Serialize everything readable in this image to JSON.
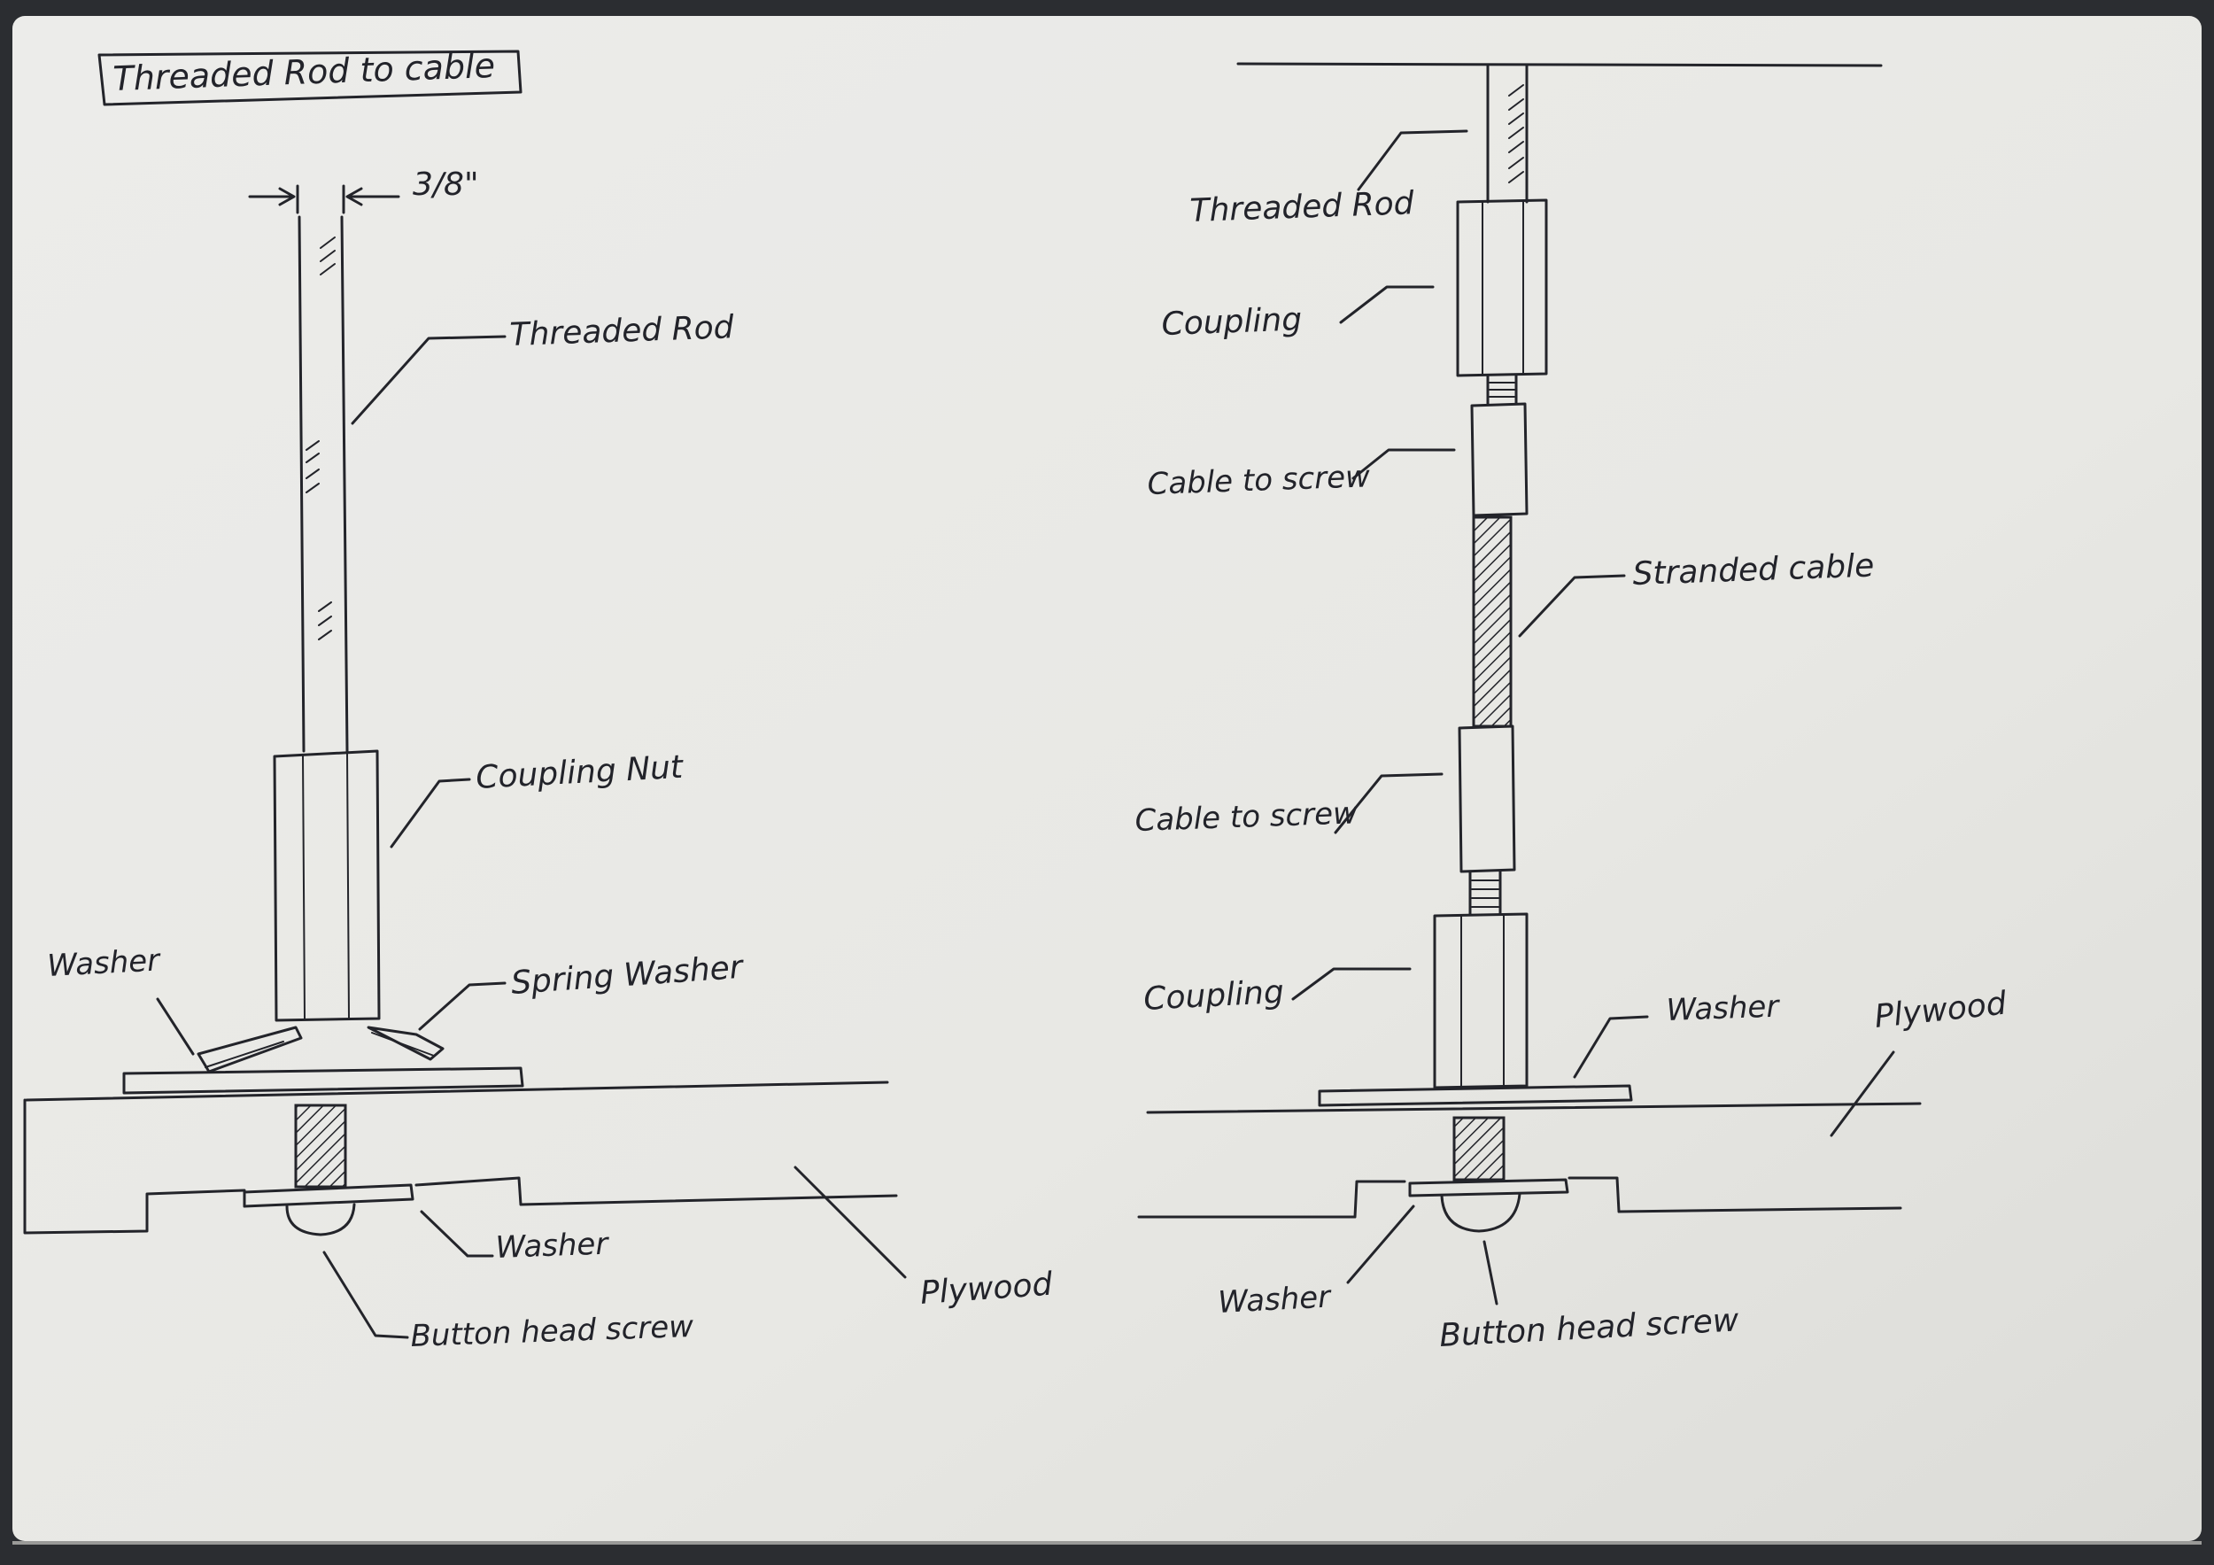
{
  "sketch": {
    "title": "Threaded Rod to cable",
    "left_view": {
      "dimension": "3/8\"",
      "labels": {
        "threaded_rod": "Threaded Rod",
        "coupling_nut": "Coupling Nut",
        "washer_top": "Washer",
        "spring_washer": "Spring Washer",
        "washer_bottom": "Washer",
        "button_head_screw": "Button head screw",
        "plywood": "Plywood"
      }
    },
    "right_view": {
      "labels": {
        "threaded_rod": "Threaded Rod",
        "coupling_top": "Coupling",
        "cable_to_screw_top": "Cable to screw",
        "stranded_cable": "Stranded cable",
        "cable_to_screw_bottom": "Cable to screw",
        "coupling_bottom": "Coupling",
        "washer_top": "Washer",
        "plywood": "Plywood",
        "washer_bottom": "Washer",
        "button_head_screw": "Button head screw"
      }
    }
  },
  "colors": {
    "desk": "#2b2d31",
    "paper": "#e9e9e5",
    "ink": "#23242a"
  }
}
